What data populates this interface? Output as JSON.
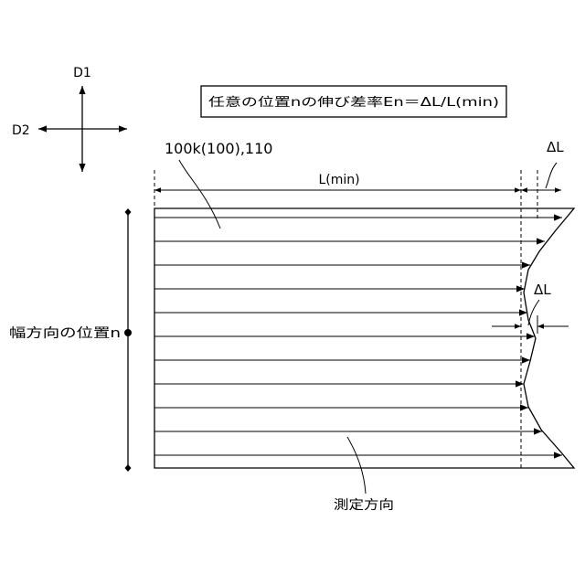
{
  "compass": {
    "d1": "D1",
    "d2": "D2"
  },
  "formula": "任意の位置nの伸び差率En＝ΔL/L(min)",
  "sheet_label": "100k(100),110",
  "lmin_label": "L(min)",
  "delta_top": "ΔL",
  "delta_mid": "ΔL",
  "width_label": "幅方向の位置n",
  "direction_label": "測定方向",
  "colors": {
    "line": "#000000",
    "background": "#ffffff"
  }
}
